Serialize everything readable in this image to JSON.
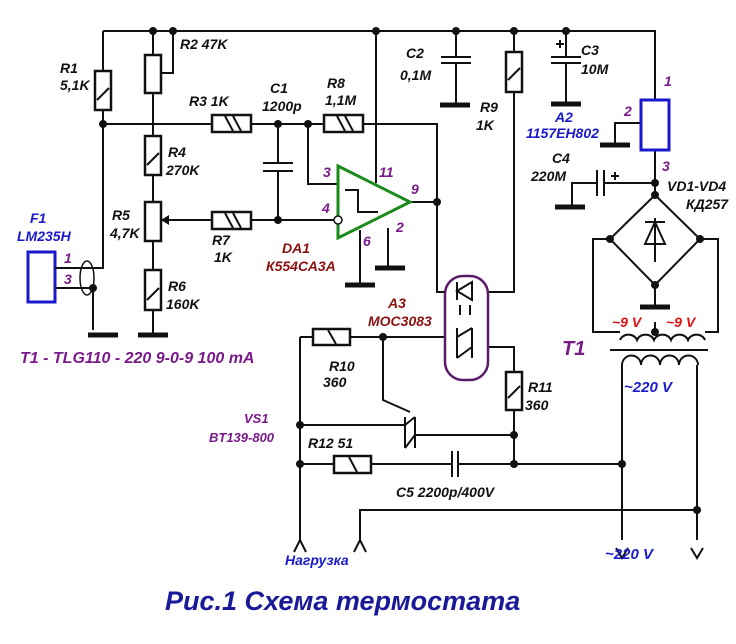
{
  "colors": {
    "wire": "#111111",
    "opamp": "#1a8a1a",
    "sensor": "#1a1acc",
    "regulator": "#1a1acc",
    "optocoupler": "#5a1a6a",
    "caption": "#1a1a99"
  },
  "components": {
    "R1": {
      "ref": "R1",
      "value": "5,1K"
    },
    "R2": {
      "label": "R2  47K"
    },
    "R3": {
      "label": "R3  1K"
    },
    "R4": {
      "ref": "R4",
      "value": "270K"
    },
    "R5": {
      "ref": "R5",
      "value": "4,7K"
    },
    "R6": {
      "ref": "R6",
      "value": "160K"
    },
    "R7": {
      "ref": "R7",
      "value": "1K"
    },
    "R8": {
      "ref": "R8",
      "value": "1,1M"
    },
    "R9": {
      "ref": "R9",
      "value": "1K"
    },
    "R10": {
      "ref": "R10",
      "value": "360"
    },
    "R11": {
      "ref": "R11",
      "value": "360"
    },
    "R12": {
      "label": "R12  51"
    },
    "C1": {
      "ref": "C1",
      "value": "1200p"
    },
    "C2": {
      "ref": "C2",
      "value": "0,1M"
    },
    "C3": {
      "ref": "C3",
      "value": "10M",
      "polarity": "+"
    },
    "C4": {
      "ref": "C4",
      "value": "220M",
      "polarity": "+"
    },
    "C5": {
      "label": "C5  2200p/400V"
    },
    "F1": {
      "ref": "F1",
      "part": "LM235H",
      "pin1": "1",
      "pin3": "3"
    },
    "DA1": {
      "ref": "DA1",
      "part": "К554СА3А",
      "pins": [
        "3",
        "4",
        "11",
        "9",
        "6",
        "2"
      ]
    },
    "A2": {
      "ref": "A2",
      "part": "1157ЕН802",
      "pins": [
        "1",
        "2",
        "3"
      ]
    },
    "A3": {
      "ref": "A3",
      "part": "MOC3083"
    },
    "VS1": {
      "ref": "VS1",
      "part": "BT139-800"
    },
    "VD": {
      "ref": "VD1-VD4",
      "part": "КД257"
    },
    "T1": {
      "ref": "T1",
      "sec_left": "~9 V",
      "sec_right": "~9 V",
      "primary": "~220 V"
    }
  },
  "notes": {
    "transformer_spec": "T1 - TLG110 - 220 9-0-9 100 mA",
    "load": "Нагрузка",
    "mains": "~220 V"
  },
  "caption": "Рис.1 Схема термостата"
}
